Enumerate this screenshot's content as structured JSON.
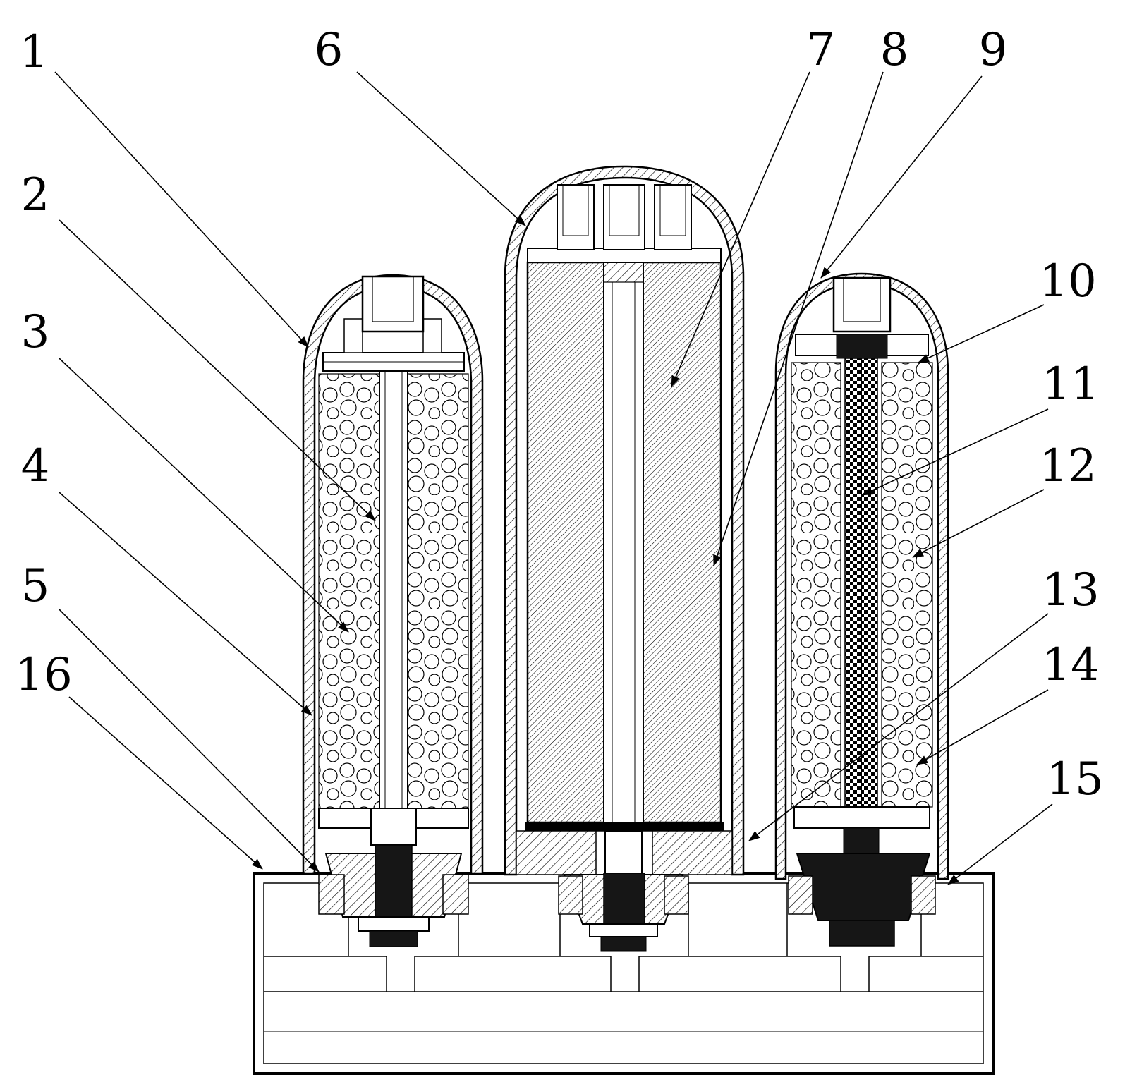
{
  "figure": {
    "kind": "patent-sectional-drawing",
    "ink_color": "#000000",
    "background_color": "#ffffff"
  },
  "labels": [
    "1",
    "2",
    "3",
    "4",
    "5",
    "6",
    "7",
    "8",
    "9",
    "10",
    "11",
    "12",
    "13",
    "14",
    "15",
    "16"
  ]
}
